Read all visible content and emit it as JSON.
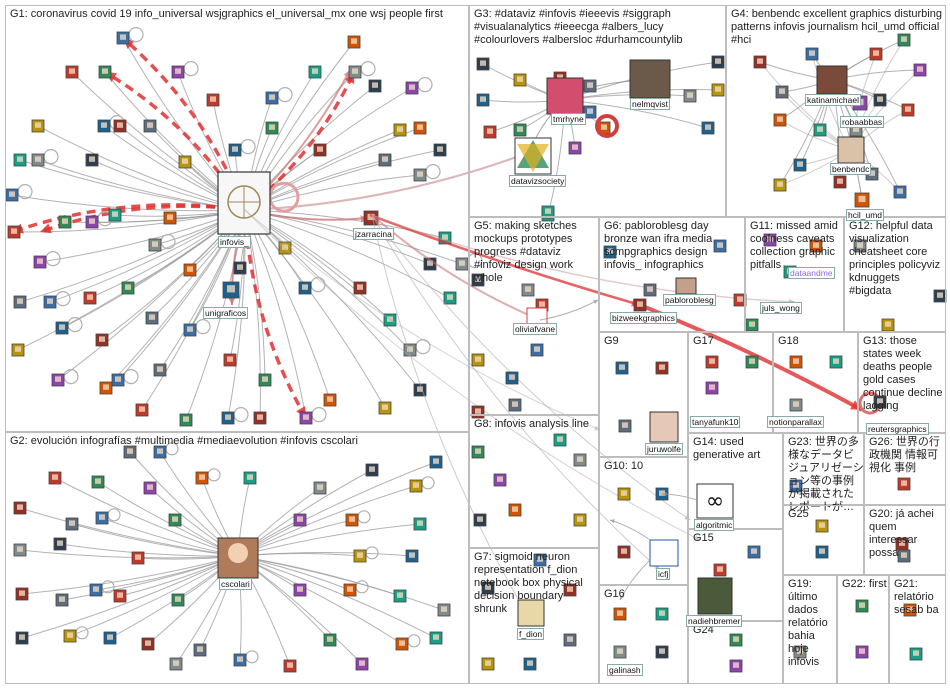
{
  "groups": [
    {
      "id": "G1",
      "title": "G1: coronavirus covid 19 info_universal wsjgraphics el_universal_mx one wsj people first"
    },
    {
      "id": "G2",
      "title": "G2: evolución infografías #multimedia #mediaevolution #infovis cscolari"
    },
    {
      "id": "G3",
      "title": "G3: #dataviz #infovis #ieeevis #siggraph #visualanalytics #ieeecga #albers_lucy #colourlovers #albersloc #durhamcountylib"
    },
    {
      "id": "G4",
      "title": "G4: benbendc excellent graphics disturbing patterns infovis journalism hcil_umd official #hci"
    },
    {
      "id": "G5",
      "title": "G5: making sketches mockups prototypes progress #dataviz #infoviz design work whole"
    },
    {
      "id": "G6",
      "title": "G6: pabloroblesg day bronze wan ifra media scmpgraphics design infovis_ infographics"
    },
    {
      "id": "G11",
      "title": "G11: missed amid coolness caveats collection graphic pitfalls"
    },
    {
      "id": "G12",
      "title": "G12: helpful data visualization cheatsheet core principles policyviz kdnuggets #bigdata"
    },
    {
      "id": "G9",
      "title": "G9"
    },
    {
      "id": "G17",
      "title": "G17"
    },
    {
      "id": "G18",
      "title": "G18"
    },
    {
      "id": "G13",
      "title": "G13: those states week deaths people gold cases continue decline lagging"
    },
    {
      "id": "G8",
      "title": "G8: infovis analysis line"
    },
    {
      "id": "G14",
      "title": "G14: used generative art"
    },
    {
      "id": "G23",
      "title": "G23: 世界の多様なデータビジュアリゼーション等の事例が掲載されたレポートが…"
    },
    {
      "id": "G26",
      "title": "G26: 世界の行政機関 情報可視化 事例"
    },
    {
      "id": "G10",
      "title": "G10: 10"
    },
    {
      "id": "G25",
      "title": "G25"
    },
    {
      "id": "G20",
      "title": "G20: já achei quem interessar possa"
    },
    {
      "id": "G15",
      "title": "G15"
    },
    {
      "id": "G7",
      "title": "G7: sigmoid neuron representation f_dion notebook box physical decision boundary shrunk"
    },
    {
      "id": "G16",
      "title": "G16"
    },
    {
      "id": "G19",
      "title": "G19: último dados relatório bahia hoje infovis"
    },
    {
      "id": "G22",
      "title": "G22: first"
    },
    {
      "id": "G21",
      "title": "G21: relatório sesab ba"
    },
    {
      "id": "G24",
      "title": "G24"
    }
  ],
  "labels": {
    "infovis": "infovis_",
    "unigraficos": "unigraficos",
    "jzarracina": "jzarracina",
    "cscolari": "cscolari",
    "tmrhyne": "tmrhyne",
    "nelmqvist": "nelmqvist",
    "datavizsociety": "datavizsociety",
    "katinamichael": "katinamichael",
    "robaabbas": "robaabbas",
    "benbendc": "benbendc",
    "hcil_umd": "hcil_umd",
    "oliviafvane": "oliviafvane",
    "pabloroblesg": "pabloroblesg",
    "bizweekgraphics": "bizweekgraphics",
    "dataandme": "dataandme",
    "juls_wong": "juls_wong",
    "reutersgraphics": "reutersgraphics",
    "tanyafunk10": "tanyafunk10",
    "notionparallax": "notionparallax",
    "juruwolfe": "juruwolfe",
    "algoritmic": "algoritmic",
    "icfj": "icfj",
    "nadiehbremer": "nadiehbremer",
    "f_dion": "f_dion",
    "galinash": "galinash"
  },
  "colors": {
    "edge": "#9a9a9a",
    "strong_edge": "#e03030",
    "self_loop": "#b0b0b0",
    "panel_border": "#bdbdbd"
  }
}
